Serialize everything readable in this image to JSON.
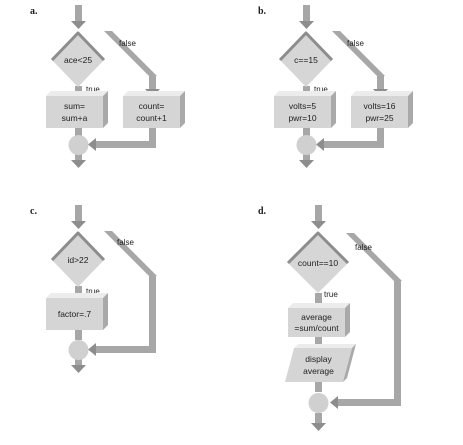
{
  "colors": {
    "pipe": "#a7a7a7",
    "pipe_dark": "#8d8d8d",
    "box_front": "#d5d5d5",
    "box_top": "#ececec",
    "box_side": "#a9a9a9",
    "diamond": "#d6d6d6",
    "connector": "#d0d0d0"
  },
  "panels": {
    "a": {
      "label": "a.",
      "condition": "ace<25",
      "true_label": "true",
      "false_label": "false",
      "true_box": [
        "sum=",
        "sum+a"
      ],
      "false_box": [
        "count=",
        "count+1"
      ]
    },
    "b": {
      "label": "b.",
      "condition": "c==15",
      "true_label": "true",
      "false_label": "false",
      "true_box": [
        "volts=5",
        "pwr=10"
      ],
      "false_box": [
        "volts=16",
        "pwr=25"
      ]
    },
    "c": {
      "label": "c.",
      "condition": "id>22",
      "true_label": "true",
      "false_label": "false",
      "true_box": [
        "factor=.7"
      ]
    },
    "d": {
      "label": "d.",
      "condition": "count==10",
      "true_label": "true",
      "false_label": "false",
      "true_box": [
        "average",
        "=sum/count"
      ],
      "io_box": [
        "display",
        "average"
      ]
    }
  }
}
